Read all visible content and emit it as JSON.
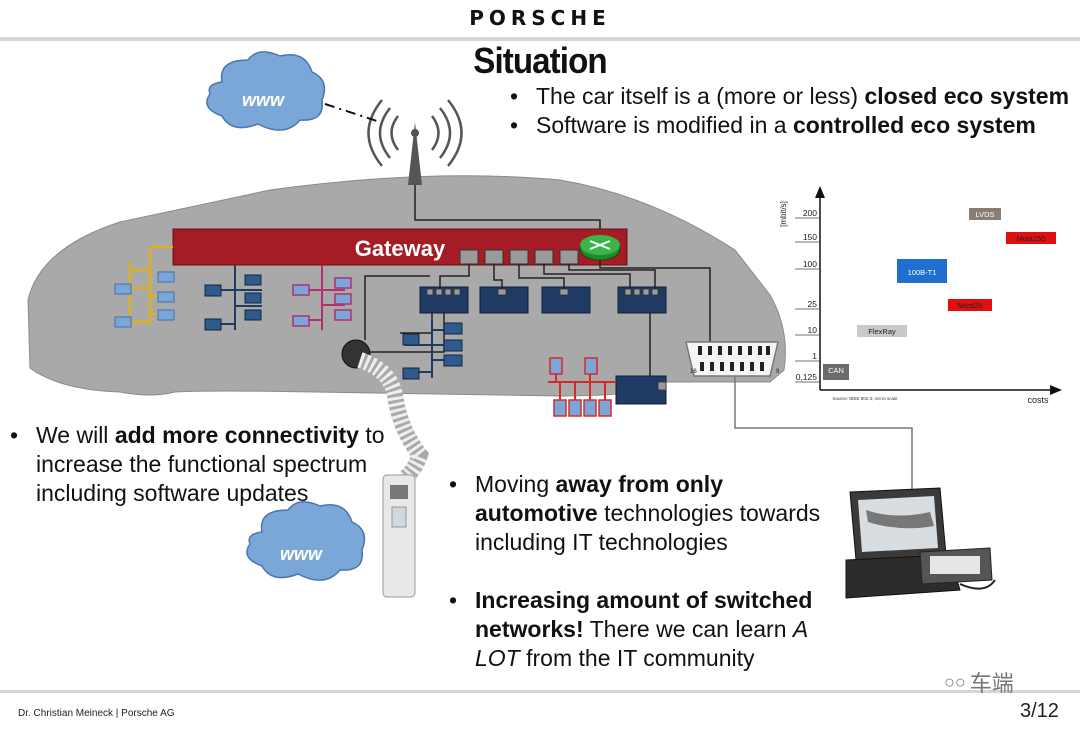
{
  "header": {
    "brand": "PORSCHE",
    "title": "Situation"
  },
  "bullets_top": [
    {
      "parts": [
        {
          "t": "The car itself is a (more or less) "
        },
        {
          "t": "closed eco system",
          "b": true
        }
      ]
    },
    {
      "parts": [
        {
          "t": "Software is modified in a "
        },
        {
          "t": "controlled eco system",
          "b": true
        }
      ]
    }
  ],
  "bullets_left": [
    {
      "parts": [
        {
          "t": "We will "
        },
        {
          "t": "add more connectivity",
          "b": true
        },
        {
          "t": " to increase the functional spectrum including software updates"
        }
      ]
    }
  ],
  "bullets_mid": [
    {
      "parts": [
        {
          "t": "Moving "
        },
        {
          "t": "away from only automotive",
          "b": true
        },
        {
          "t": " technologies towards including IT technologies"
        }
      ]
    },
    {
      "parts": [
        {
          "t": "Increasing amount of switched networks!",
          "b": true
        },
        {
          "t": " There we can learn "
        },
        {
          "t": "A LOT",
          "i": true
        },
        {
          "t": " from the IT community"
        }
      ]
    }
  ],
  "diagram": {
    "cloud_top": "www",
    "cloud_bottom": "www",
    "gateway_label": "Gateway",
    "obd_pin_left": "16",
    "obd_pin_right": "9"
  },
  "chart_data": {
    "type": "scatter",
    "ylabel": "[mbit/s]",
    "xlabel": "costs",
    "yticks": [
      "0,125",
      "1",
      "10",
      "25",
      "100",
      "150",
      "200"
    ],
    "note": "Source: IEEE 802.3; not to scale",
    "points": [
      {
        "label": "CAN",
        "level": "0,125",
        "cost_rank": 1,
        "color": "#6b6b6b"
      },
      {
        "label": "FlexRay",
        "level": "10",
        "cost_rank": 2,
        "color": "#c9c9c9"
      },
      {
        "label": "100B-T1",
        "level": "100",
        "cost_rank": 3,
        "color": "#1f6fd1"
      },
      {
        "label": "Most25",
        "level": "25",
        "cost_rank": 4,
        "color": "#e01010"
      },
      {
        "label": "LVDS",
        "level": "200",
        "cost_rank": 4,
        "color": "#8a7d72"
      },
      {
        "label": "Most150",
        "level": "150",
        "cost_rank": 5,
        "color": "#e01010"
      }
    ]
  },
  "footer": {
    "author": "Dr. Christian Meineck | Porsche AG",
    "page": "3/12",
    "watermark": "车端"
  }
}
